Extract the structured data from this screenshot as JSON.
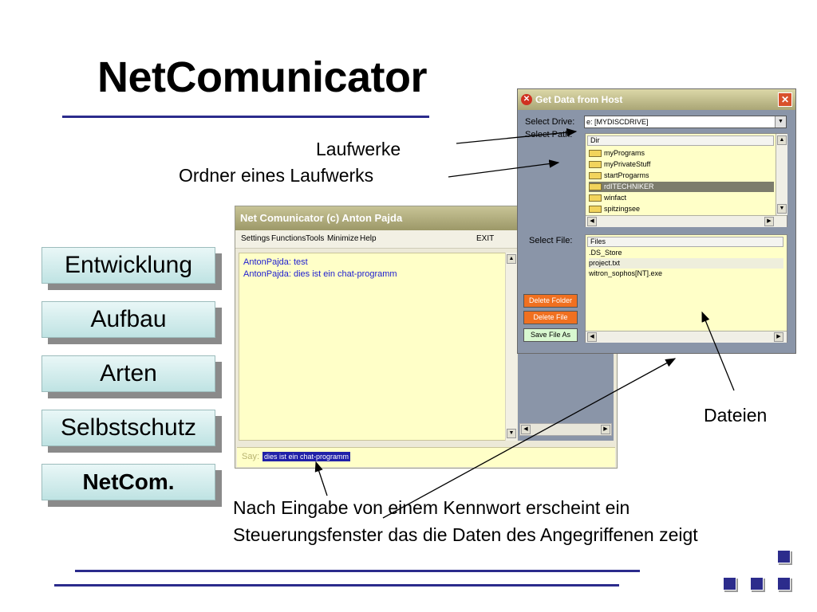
{
  "slide": {
    "title": "NetComunicator",
    "nav": [
      "Entwicklung",
      "Aufbau",
      "Arten",
      "Selbstschutz",
      "NetCom."
    ],
    "annotations": {
      "drives": "Laufwerke",
      "folders": "Ordner eines Laufwerks",
      "files": "Dateien",
      "caption_line1": "Nach Eingabe von einem Kennwort erscheint ein",
      "caption_line2": "Steuerungsfenster das die Daten des Angegriffenen zeigt"
    }
  },
  "chat_window": {
    "title": "Net Comunicator (c) Anton Pajda",
    "menu": [
      "Settings",
      "Functions",
      "Tools",
      "Minimize",
      "Help"
    ],
    "exit_label": "EXIT",
    "messages": [
      "AntonPajda: test",
      "AntonPajda: dies ist ein chat-programm"
    ],
    "say_label": "Say:",
    "say_value": "dies ist ein chat-programm"
  },
  "dialog": {
    "title": "Get Data from Host",
    "close_glyph": "✕",
    "select_drive_label": "Select Drive:",
    "drive_value": "e: [MYDISCDRIVE]",
    "select_path_label": "Select Path:",
    "dir_header": "Dir",
    "folders": [
      "myPrograms",
      "myPrivateStuff",
      "startProgarms",
      "rdITECHNIKER",
      "winfact",
      "spitzingsee"
    ],
    "select_file_label": "Select File:",
    "files_header": "Files",
    "files": [
      ".DS_Store",
      "project.txt",
      "witron_sophos[NT].exe"
    ],
    "buttons": {
      "delete_folder": "Delete Folder",
      "delete_file": "Delete File",
      "save_file_as": "Save File As"
    }
  },
  "colors": {
    "title_rule": "#2b2b8c",
    "nav_button": "#c8eaea",
    "dialog_bg": "#8a95a8",
    "list_bg": "#ffffc8",
    "orange_button": "#f07020"
  }
}
